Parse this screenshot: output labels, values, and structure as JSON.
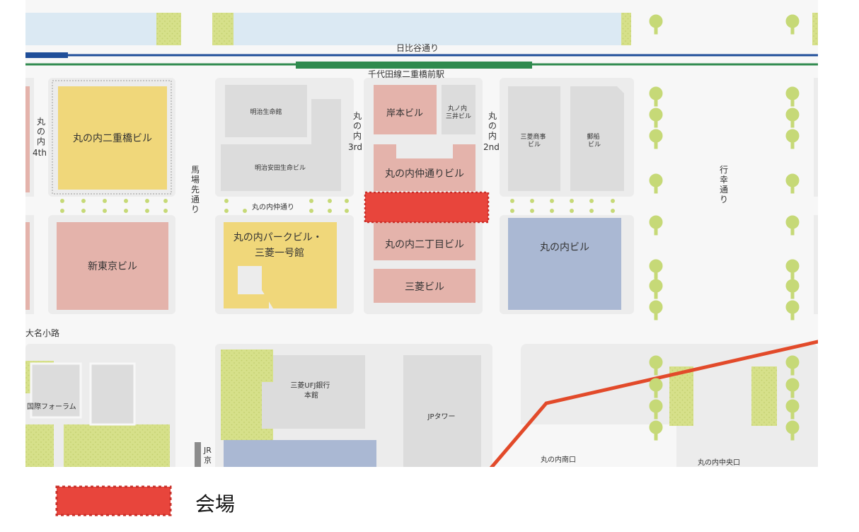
{
  "map": {
    "streets": {
      "hibiya_dori": "日比谷通り",
      "station": "千代田線二重橋前駅",
      "marunouchi_4th": "丸の内4th",
      "marunouchi_3rd": "丸の内3rd",
      "marunouchi_2nd": "丸の内2nd",
      "babasaki_dori": "馬場先通り",
      "naka_dori": "丸の内仲通り",
      "gyoko_dori": "行幸通り",
      "daimyo_koji": "大名小路",
      "jr_label": "JR京"
    },
    "buildings": {
      "nijubashi": "丸の内二重橋ビル",
      "meiji_seimei": "明治生命館",
      "meiji_yasuda": "明治安田生命ビル",
      "kishimoto": "岸本ビル",
      "mitsui": "丸ノ内三井ビル",
      "nakadori": "丸の内仲通りビル",
      "mitsubishi_shoji": "三菱商事ビル",
      "yusen": "郵船ビル",
      "shin_tokyo": "新東京ビル",
      "park_building": "丸の内パークビル・三菱一号館",
      "nichome": "丸の内二丁目ビル",
      "mitsubishi": "三菱ビル",
      "marunouchi_building": "丸の内ビル",
      "forum": "国際フォーラム",
      "mufg": "三菱UFJ銀行本館",
      "jp_tower": "JPタワー"
    },
    "exits": {
      "south": "丸の内南口",
      "central": "丸の内中央口"
    },
    "colors": {
      "venue": "#e8453c",
      "office_pink": "#e4b3ab",
      "office_yellow": "#f0d77a",
      "office_blue": "#aab8d3",
      "building_gray": "#dcdcdc",
      "block_gray": "#ececec",
      "water": "#dbe9f3",
      "green": "#d6e08a",
      "tree": "#c6d977",
      "jr_line": "#e24a2a"
    }
  },
  "legend": {
    "venue_label": "会場",
    "venue_icon": "venue-marker-icon"
  }
}
